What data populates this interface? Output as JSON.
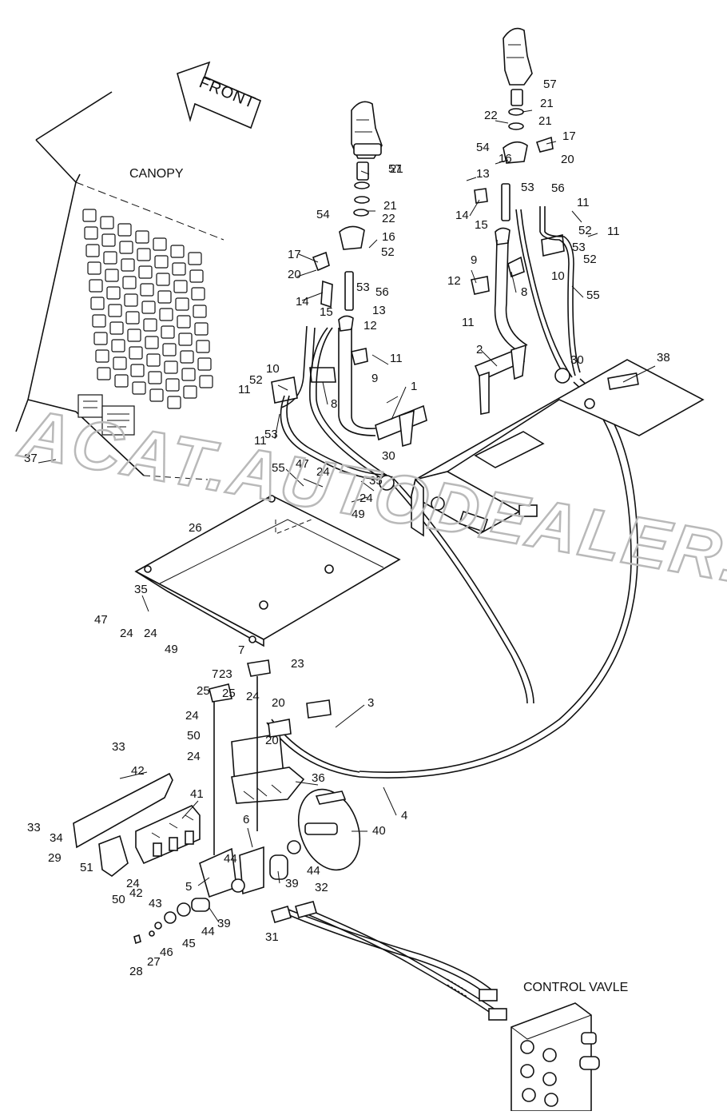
{
  "labels": {
    "front": "FRONT",
    "canopy": "CANOPY",
    "control_valve": "CONTROL VAVLE"
  },
  "watermark": "ACAT.AUTODEALER.RU",
  "callouts": [
    "1",
    "2",
    "3",
    "4",
    "5",
    "6",
    "7",
    "7",
    "8",
    "8",
    "9",
    "9",
    "10",
    "10",
    "11",
    "11",
    "11",
    "11",
    "11",
    "11",
    "12",
    "12",
    "13",
    "13",
    "14",
    "14",
    "15",
    "15",
    "16",
    "16",
    "17",
    "17",
    "20",
    "20",
    "20",
    "20",
    "21",
    "21",
    "21",
    "21",
    "22",
    "22",
    "23",
    "23",
    "24",
    "24",
    "24",
    "24",
    "24",
    "24",
    "24",
    "24",
    "25",
    "25",
    "26",
    "27",
    "28",
    "29",
    "30",
    "30",
    "31",
    "32",
    "33",
    "33",
    "34",
    "35",
    "35",
    "36",
    "37",
    "38",
    "39",
    "39",
    "40",
    "41",
    "42",
    "42",
    "43",
    "44",
    "44",
    "44",
    "45",
    "46",
    "47",
    "47",
    "49",
    "49",
    "50",
    "50",
    "51",
    "52",
    "52",
    "52",
    "52",
    "53",
    "53",
    "53",
    "53",
    "54",
    "54",
    "55",
    "55",
    "56",
    "56",
    "57",
    "57"
  ],
  "colors": {
    "line": "#111111",
    "watermark": "#b9b9b9",
    "background": "#ffffff"
  }
}
